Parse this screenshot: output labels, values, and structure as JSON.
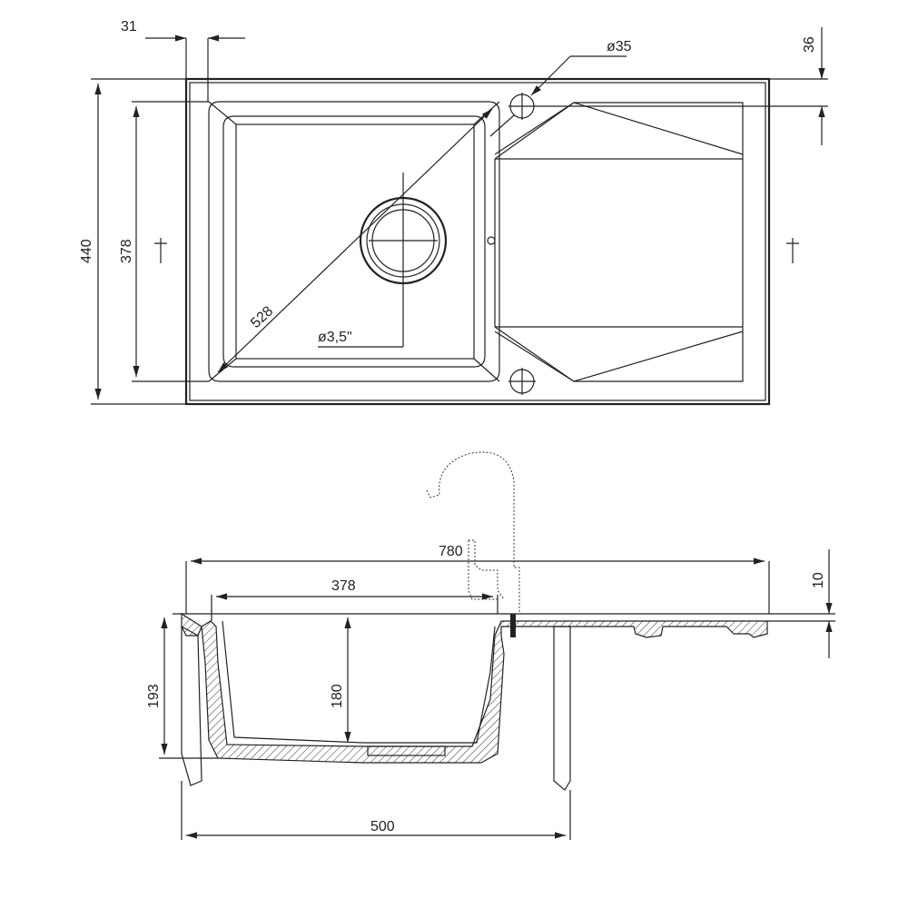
{
  "top_view": {
    "dim_edge_offset": "31",
    "dim_tap_hole": "ø35",
    "dim_tap_offset": "36",
    "dim_total_depth": "440",
    "dim_bowl_depth": "378",
    "dim_bowl_diagonal": "528",
    "dim_drain": "ø3,5\""
  },
  "side_view": {
    "dim_total_width": "780",
    "dim_bowl_width": "378",
    "dim_deck_thickness": "10",
    "dim_total_height": "193",
    "dim_bowl_height": "180",
    "dim_cabinet_width": "500"
  }
}
